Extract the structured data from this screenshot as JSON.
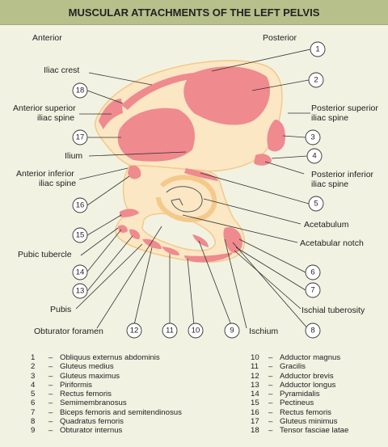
{
  "title": "MUSCULAR ATTACHMENTS OF THE LEFT PELVIS",
  "view_labels": {
    "anterior": "Anterior",
    "posterior": "Posterior"
  },
  "labels": {
    "iliac_crest": "Iliac crest",
    "anterior_superior_iliac_spine_1": "Anterior superior",
    "anterior_superior_iliac_spine_2": "iliac spine",
    "ilium": "Ilium",
    "anterior_inferior_iliac_spine_1": "Anterior inferior",
    "anterior_inferior_iliac_spine_2": "iliac spine",
    "pubic_tubercle": "Pubic tubercle",
    "pubis": "Pubis",
    "obturator_foramen": "Obturator foramen",
    "ischium": "Ischium",
    "posterior_superior_iliac_spine_1": "Posterior superior",
    "posterior_superior_iliac_spine_2": "iliac spine",
    "posterior_inferior_iliac_spine_1": "Posterior inferior",
    "posterior_inferior_iliac_spine_2": "iliac spine",
    "acetabulum": "Acetabulum",
    "acetabular_notch": "Acetabular notch",
    "ischial_tuberosity": "Ischial tuberosity"
  },
  "callouts": [
    "1",
    "2",
    "3",
    "4",
    "5",
    "6",
    "7",
    "8",
    "9",
    "10",
    "11",
    "12",
    "13",
    "14",
    "15",
    "16",
    "17",
    "18"
  ],
  "legend_dash": "–",
  "legend_left": [
    {
      "num": "1",
      "name": "Obliquus externus abdominis"
    },
    {
      "num": "2",
      "name": "Gluteus medius"
    },
    {
      "num": "3",
      "name": "Gluteus maximus"
    },
    {
      "num": "4",
      "name": "Piriformis"
    },
    {
      "num": "5",
      "name": "Rectus femoris"
    },
    {
      "num": "6",
      "name": "Semimembranosus"
    },
    {
      "num": "7",
      "name": "Biceps femoris and semitendinosus"
    },
    {
      "num": "8",
      "name": "Quadratus femoris"
    },
    {
      "num": "9",
      "name": "Obturator internus"
    }
  ],
  "legend_right": [
    {
      "num": "10",
      "name": "Adductor magnus"
    },
    {
      "num": "11",
      "name": "Gracilis"
    },
    {
      "num": "12",
      "name": "Adductor brevis"
    },
    {
      "num": "13",
      "name": "Adductor longus"
    },
    {
      "num": "14",
      "name": "Pyramidalis"
    },
    {
      "num": "15",
      "name": "Pectineus"
    },
    {
      "num": "16",
      "name": "Rectus femoris"
    },
    {
      "num": "17",
      "name": "Gluteus minimus"
    },
    {
      "num": "18",
      "name": "Tensor fasciae latae"
    }
  ],
  "colors": {
    "header_bg": "#b7c08a",
    "background": "#f1f2e2",
    "bone": "#fbe7c4",
    "muscle_attachment": "#ef8a8e",
    "bone_outline": "#f4c98a"
  }
}
